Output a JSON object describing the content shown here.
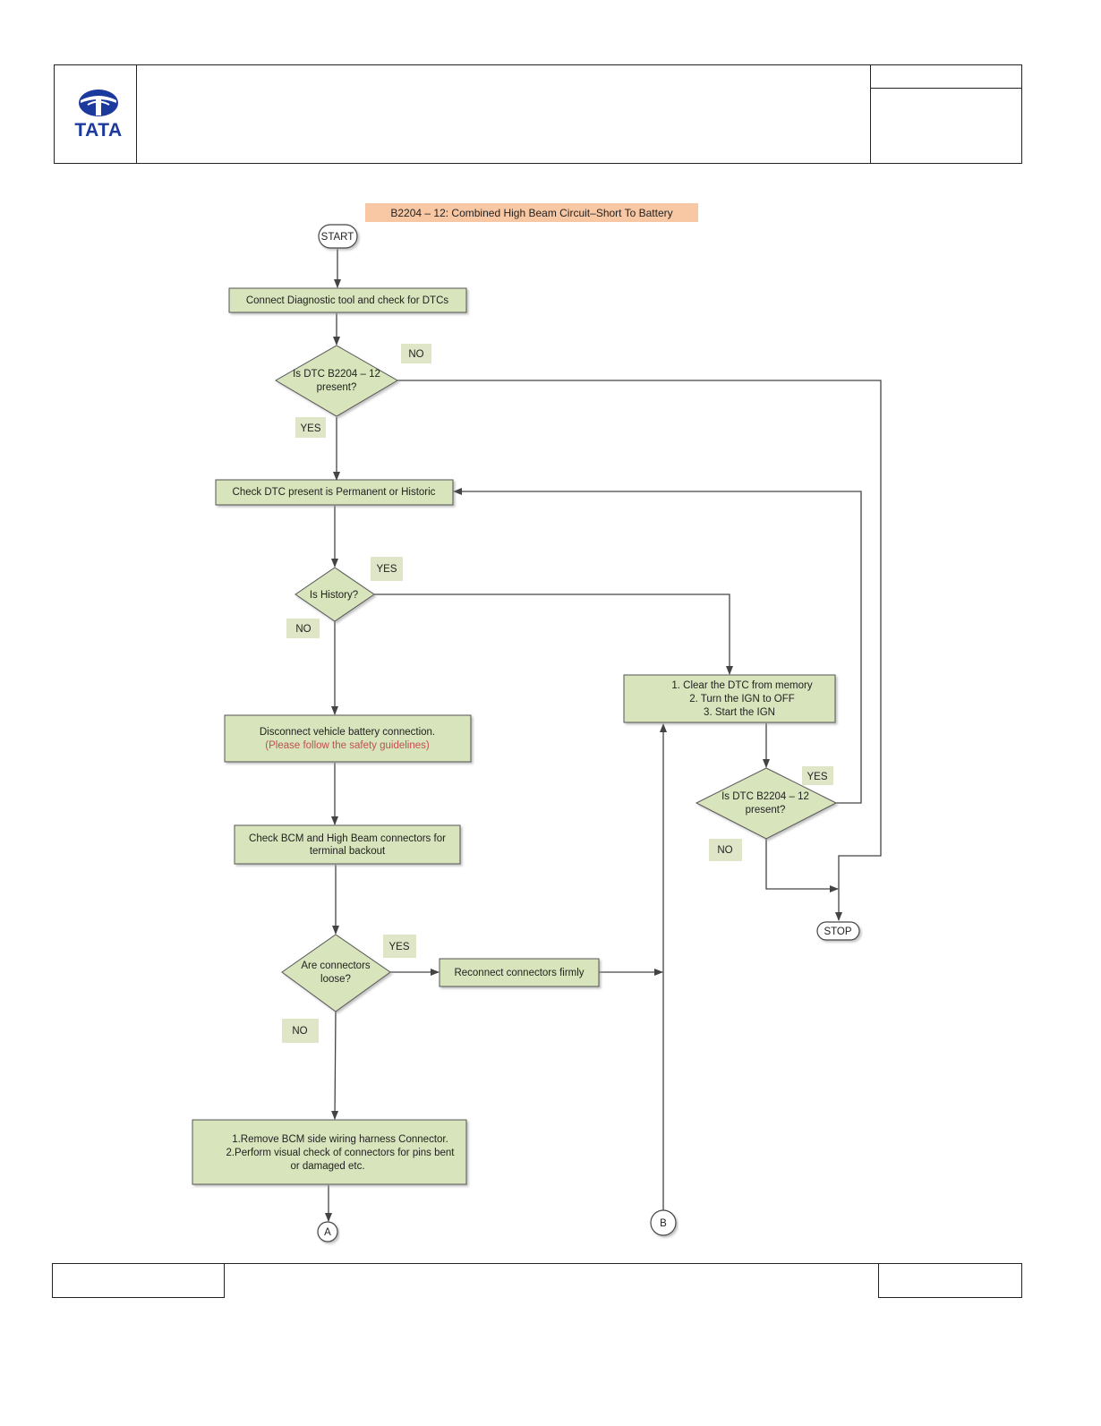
{
  "header": {
    "logo_text": "TATA",
    "logo_color": "#1c3a9e"
  },
  "flowchart": {
    "title": "B2204 – 12: Combined High Beam Circuit–Short To Battery",
    "colors": {
      "box_fill": "#d8e4bc",
      "box_stroke": "#555555",
      "title_fill": "#f8c8a4",
      "label_fill": "#dfe6c8",
      "warning_text": "#c0504d",
      "line": "#444444"
    },
    "start_label": "START",
    "stop_label": "STOP",
    "connector_a": "A",
    "connector_b": "B",
    "steps": {
      "connect_tool": "Connect Diagnostic tool and check for DTCs",
      "check_permanent": "Check DTC present is Permanent or Historic",
      "disconnect_battery": "Disconnect vehicle battery connection.",
      "safety_note": "(Please follow the safety guidelines)",
      "check_backout_line1": "Check  BCM and High Beam connectors for",
      "check_backout_line2": "terminal backout",
      "reconnect": "Reconnect connectors firmly",
      "remove_line1": "1.Remove BCM side wiring harness Connector.",
      "remove_line2": "2.Perform visual check of connectors for pins bent",
      "remove_line3": "or damaged etc.",
      "clear_line1": "1. Clear the DTC from memory",
      "clear_line2": "2. Turn the IGN to OFF",
      "clear_line3": "3. Start the IGN"
    },
    "decisions": {
      "dtc_present_line1": "Is DTC B2204 – 12",
      "dtc_present_line2": "present?",
      "history": "Is History?",
      "loose_line1": "Are connectors",
      "loose_line2": "loose?",
      "dtc_again_line1": "Is DTC B2204 – 12",
      "dtc_again_line2": "present?"
    },
    "labels": {
      "no_1": "NO",
      "yes_1": "YES",
      "yes_2": "YES",
      "no_2": "NO",
      "yes_3": "YES",
      "no_3": "NO",
      "yes_4": "YES",
      "no_4": "NO"
    }
  }
}
